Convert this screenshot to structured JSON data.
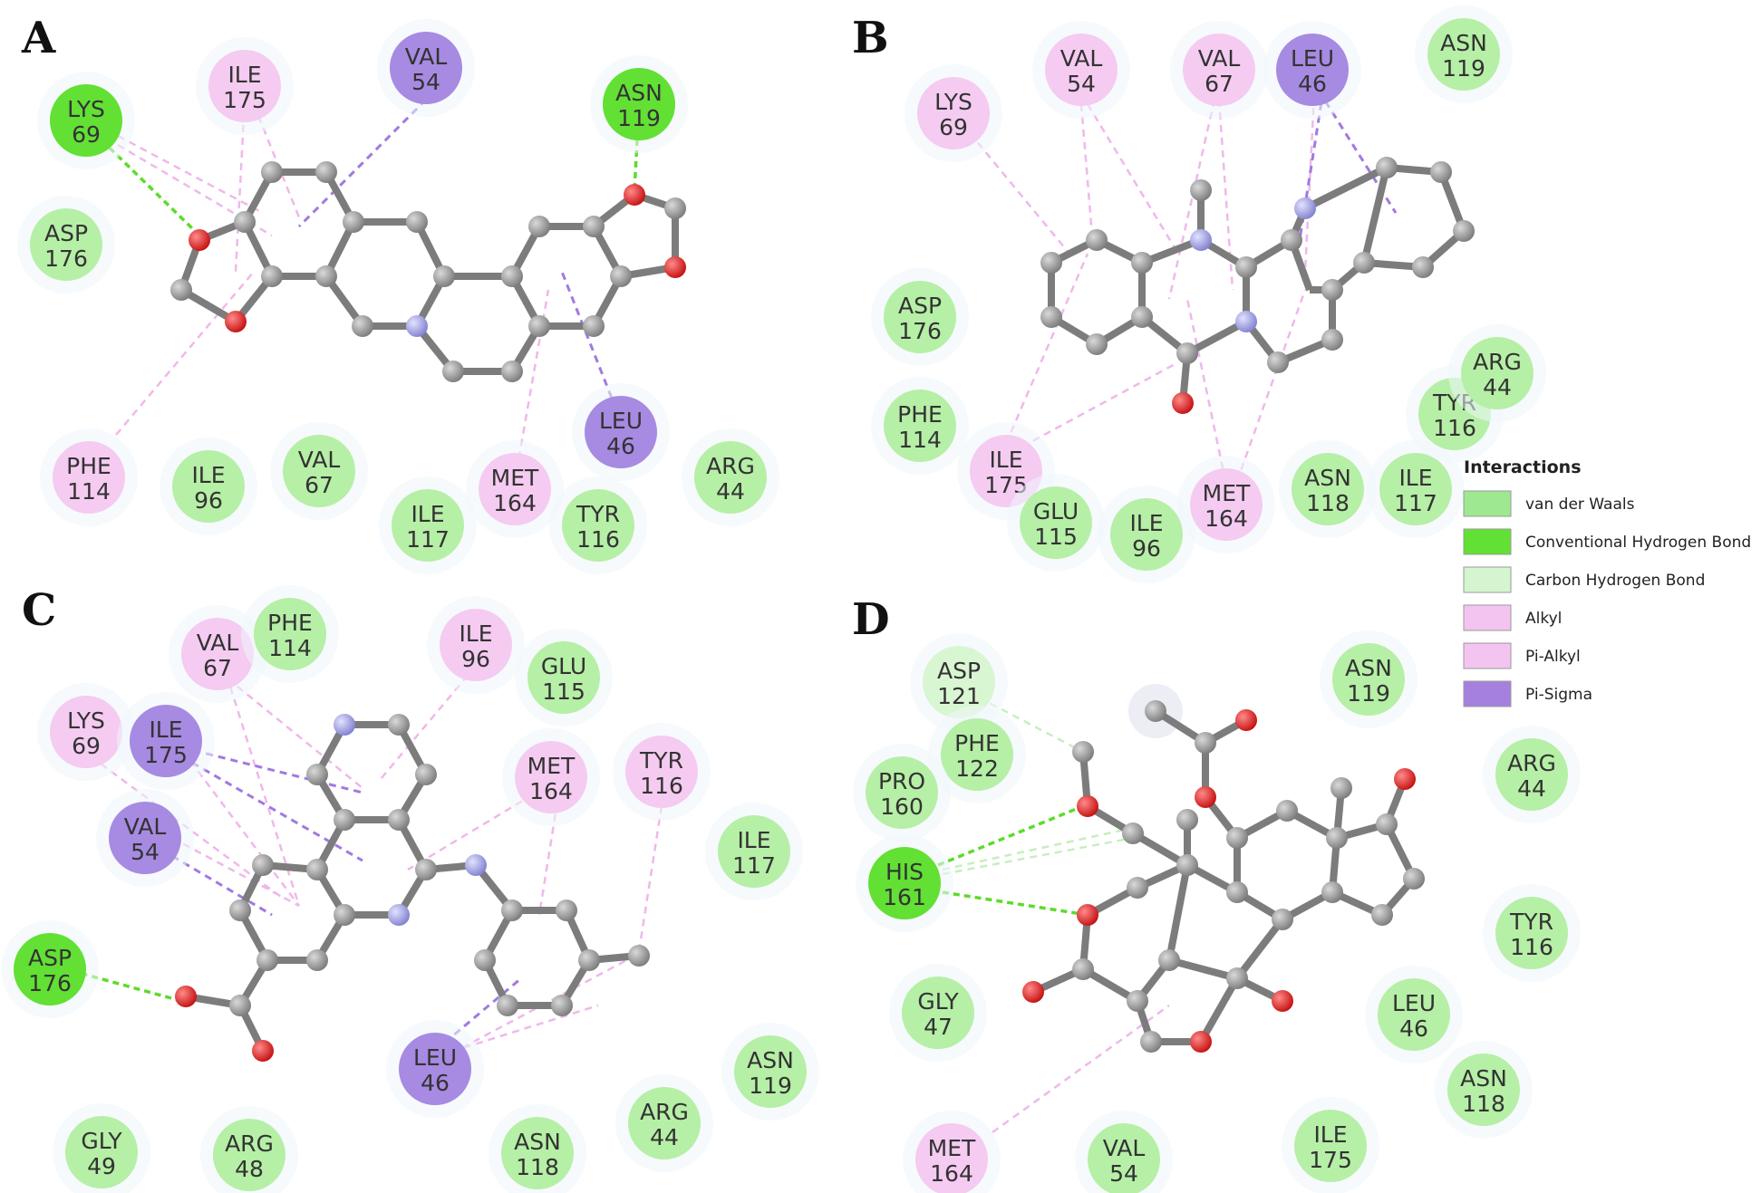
{
  "panels": [
    {
      "label": "A",
      "residues": [
        {
          "name": "LYS",
          "num": "69",
          "type": "hbond"
        },
        {
          "name": "ILE",
          "num": "175",
          "type": "alkyl"
        },
        {
          "name": "VAL",
          "num": "54",
          "type": "pisigma"
        },
        {
          "name": "ASN",
          "num": "119",
          "type": "hbond"
        },
        {
          "name": "ASP",
          "num": "176",
          "type": "vdw"
        },
        {
          "name": "PHE",
          "num": "114",
          "type": "alkyl"
        },
        {
          "name": "ILE",
          "num": "96",
          "type": "vdw"
        },
        {
          "name": "VAL",
          "num": "67",
          "type": "vdw"
        },
        {
          "name": "ILE",
          "num": "117",
          "type": "vdw"
        },
        {
          "name": "MET",
          "num": "164",
          "type": "alkyl"
        },
        {
          "name": "TYR",
          "num": "116",
          "type": "vdw"
        },
        {
          "name": "LEU",
          "num": "46",
          "type": "pisigma"
        },
        {
          "name": "ARG",
          "num": "44",
          "type": "vdw"
        }
      ]
    },
    {
      "label": "B",
      "residues": [
        {
          "name": "LYS",
          "num": "69",
          "type": "alkyl"
        },
        {
          "name": "VAL",
          "num": "54",
          "type": "alkyl"
        },
        {
          "name": "VAL",
          "num": "67",
          "type": "alkyl"
        },
        {
          "name": "LEU",
          "num": "46",
          "type": "pisigma"
        },
        {
          "name": "ASN",
          "num": "119",
          "type": "vdw"
        },
        {
          "name": "ASP",
          "num": "176",
          "type": "vdw"
        },
        {
          "name": "PHE",
          "num": "114",
          "type": "vdw"
        },
        {
          "name": "ILE",
          "num": "175",
          "type": "alkyl"
        },
        {
          "name": "GLU",
          "num": "115",
          "type": "vdw"
        },
        {
          "name": "ILE",
          "num": "96",
          "type": "vdw"
        },
        {
          "name": "MET",
          "num": "164",
          "type": "alkyl"
        },
        {
          "name": "ASN",
          "num": "118",
          "type": "vdw"
        },
        {
          "name": "ILE",
          "num": "117",
          "type": "vdw"
        },
        {
          "name": "TYR",
          "num": "116",
          "type": "vdw"
        },
        {
          "name": "ARG",
          "num": "44",
          "type": "vdw"
        }
      ]
    },
    {
      "label": "C",
      "residues": [
        {
          "name": "VAL",
          "num": "67",
          "type": "alkyl"
        },
        {
          "name": "PHE",
          "num": "114",
          "type": "vdw"
        },
        {
          "name": "ILE",
          "num": "96",
          "type": "alkyl"
        },
        {
          "name": "GLU",
          "num": "115",
          "type": "vdw"
        },
        {
          "name": "LYS",
          "num": "69",
          "type": "alkyl"
        },
        {
          "name": "ILE",
          "num": "175",
          "type": "pisigma"
        },
        {
          "name": "MET",
          "num": "164",
          "type": "alkyl"
        },
        {
          "name": "TYR",
          "num": "116",
          "type": "alkyl"
        },
        {
          "name": "VAL",
          "num": "54",
          "type": "pisigma"
        },
        {
          "name": "ILE",
          "num": "117",
          "type": "vdw"
        },
        {
          "name": "ASP",
          "num": "176",
          "type": "hbond"
        },
        {
          "name": "LEU",
          "num": "46",
          "type": "pisigma"
        },
        {
          "name": "ASN",
          "num": "119",
          "type": "vdw"
        },
        {
          "name": "GLY",
          "num": "49",
          "type": "vdw"
        },
        {
          "name": "ARG",
          "num": "48",
          "type": "vdw"
        },
        {
          "name": "ASN",
          "num": "118",
          "type": "vdw"
        },
        {
          "name": "ARG",
          "num": "44",
          "type": "vdw"
        }
      ]
    },
    {
      "label": "D",
      "residues": [
        {
          "name": "ASP",
          "num": "121",
          "type": "chbond"
        },
        {
          "name": "PHE",
          "num": "122",
          "type": "vdw"
        },
        {
          "name": "PRO",
          "num": "160",
          "type": "vdw"
        },
        {
          "name": "HIS",
          "num": "161",
          "type": "hbond"
        },
        {
          "name": "ASN",
          "num": "119",
          "type": "vdw"
        },
        {
          "name": "ARG",
          "num": "44",
          "type": "vdw"
        },
        {
          "name": "TYR",
          "num": "116",
          "type": "vdw"
        },
        {
          "name": "LEU",
          "num": "46",
          "type": "vdw"
        },
        {
          "name": "GLY",
          "num": "47",
          "type": "vdw"
        },
        {
          "name": "ASN",
          "num": "118",
          "type": "vdw"
        },
        {
          "name": "ILE",
          "num": "175",
          "type": "vdw"
        },
        {
          "name": "VAL",
          "num": "54",
          "type": "vdw"
        },
        {
          "name": "MET",
          "num": "164",
          "type": "alkyl"
        }
      ]
    }
  ],
  "legend": {
    "title": "Interactions",
    "items": [
      {
        "label": "van der Waals",
        "color": "#9ee88f"
      },
      {
        "label": "Conventional Hydrogen Bond",
        "color": "#62e034"
      },
      {
        "label": "Carbon Hydrogen Bond",
        "color": "#d4f5cf"
      },
      {
        "label": "Alkyl",
        "color": "#f3c4ef"
      },
      {
        "label": "Pi-Alkyl",
        "color": "#f3c4ef"
      },
      {
        "label": "Pi-Sigma",
        "color": "#a580df"
      }
    ]
  },
  "colors": {
    "vdw": "#b6efa6",
    "hbond": "#62e034",
    "chbond": "#d9f6d3",
    "alkyl": "#f5cbf1",
    "pisigma": "#a78ae2",
    "atom_carbon": "#8c8c8c",
    "atom_oxygen": "#e41e1e",
    "atom_nitrogen": "#9c9ce6"
  }
}
